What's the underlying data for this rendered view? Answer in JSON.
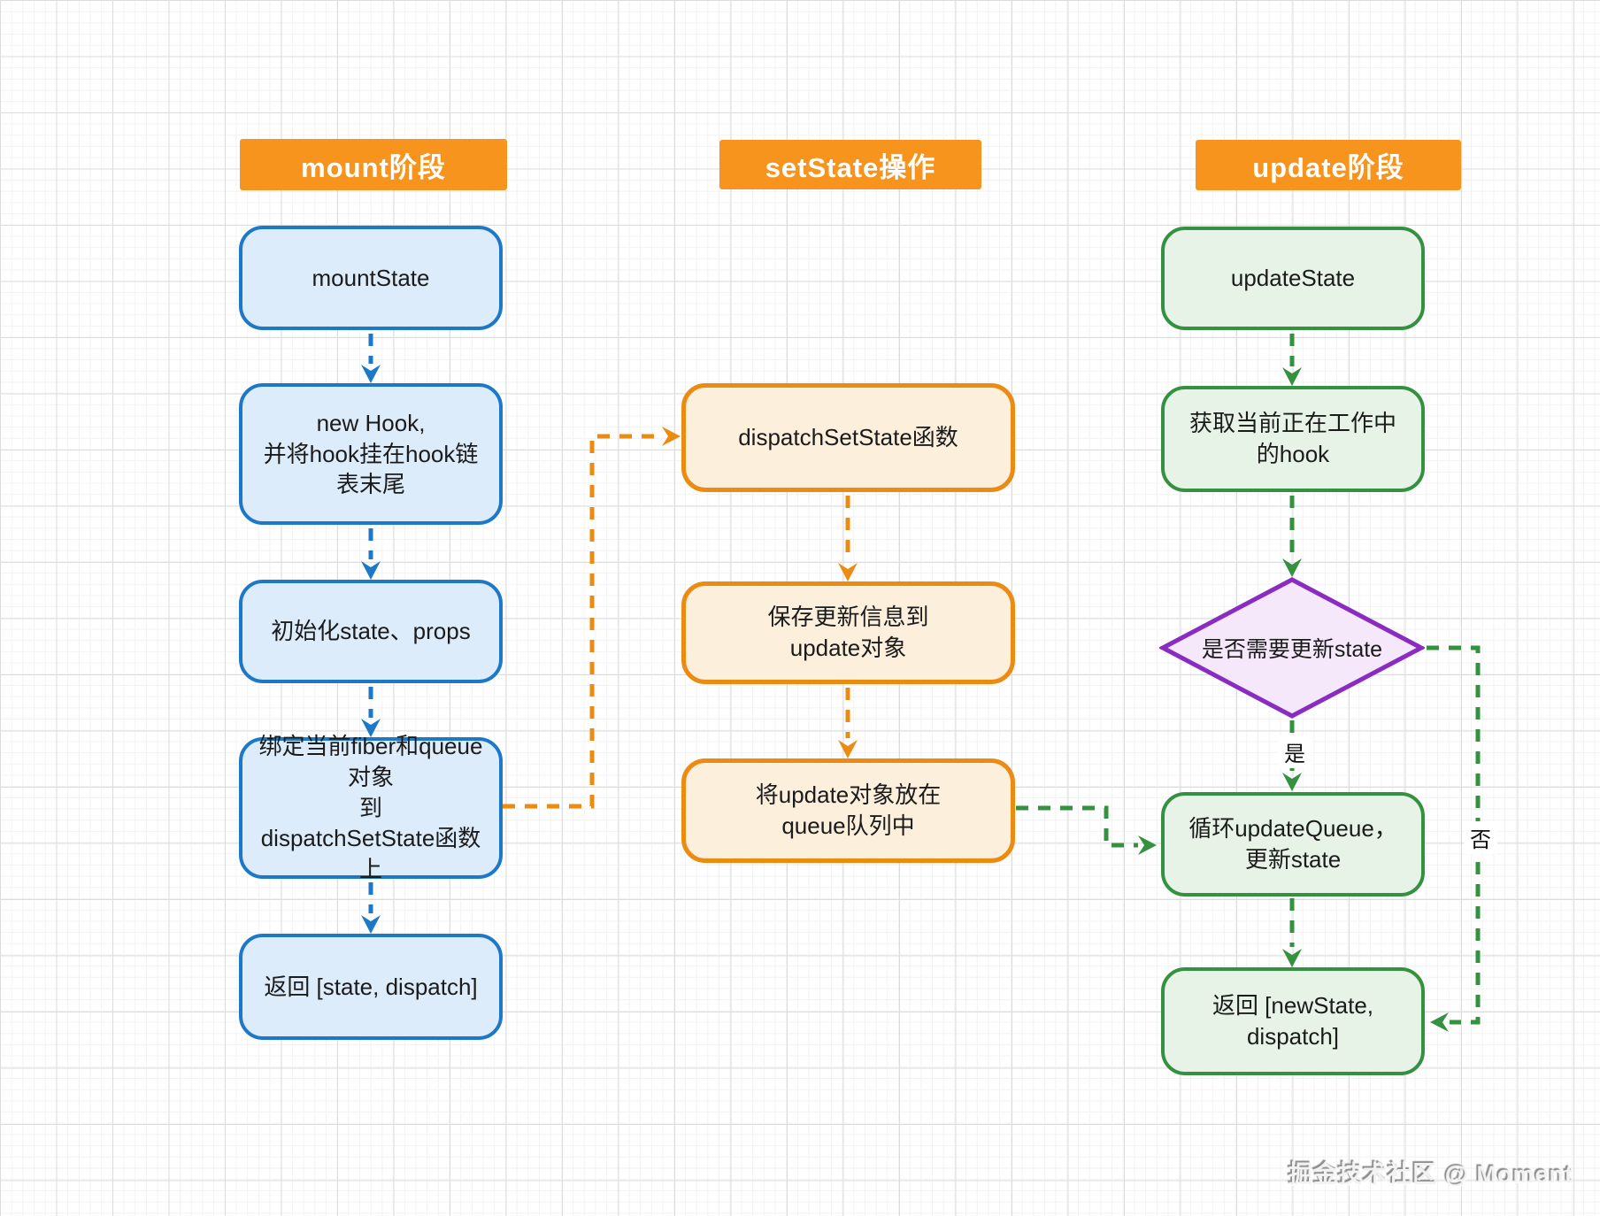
{
  "diagram": {
    "mount": {
      "header": "mount阶段",
      "boxes": [
        {
          "lines": [
            "mountState"
          ]
        },
        {
          "lines": [
            "new Hook,",
            "并将hook挂在hook链",
            "表末尾"
          ]
        },
        {
          "lines": [
            "初始化state、props"
          ]
        },
        {
          "lines": [
            "绑定当前fiber和queue对象",
            "到",
            "dispatchSetState函数上"
          ]
        },
        {
          "lines": [
            "返回 [state, dispatch]"
          ]
        }
      ]
    },
    "setstate": {
      "header": "setState操作",
      "boxes": [
        {
          "lines": [
            "dispatchSetState函数"
          ]
        },
        {
          "lines": [
            "保存更新信息到",
            "update对象"
          ]
        },
        {
          "lines": [
            "将update对象放在",
            "queue队列中"
          ]
        }
      ]
    },
    "update": {
      "header": "update阶段",
      "boxes": [
        {
          "lines": [
            "updateState"
          ]
        },
        {
          "lines": [
            "获取当前正在工作中",
            "的hook"
          ]
        },
        {
          "lines": [
            "循环updateQueue，",
            "更新state"
          ]
        },
        {
          "lines": [
            "返回 [newState, dispatch]"
          ]
        }
      ],
      "decision": {
        "lines": [
          "是否需要更新state"
        ]
      },
      "branch_yes": "是",
      "branch_no": "否"
    },
    "watermark": "掘金技术社区 @ Moment",
    "colors": {
      "header_bg": "#F7941E",
      "blue_border": "#1E78C8",
      "blue_fill": "#DCECFA",
      "orange_border": "#EC8B12",
      "orange_fill": "#FCEFDC",
      "green_border": "#33913F",
      "green_fill": "#E7F3E7",
      "purple_border": "#8A2BC2",
      "purple_fill": "#F5E8FB"
    }
  }
}
